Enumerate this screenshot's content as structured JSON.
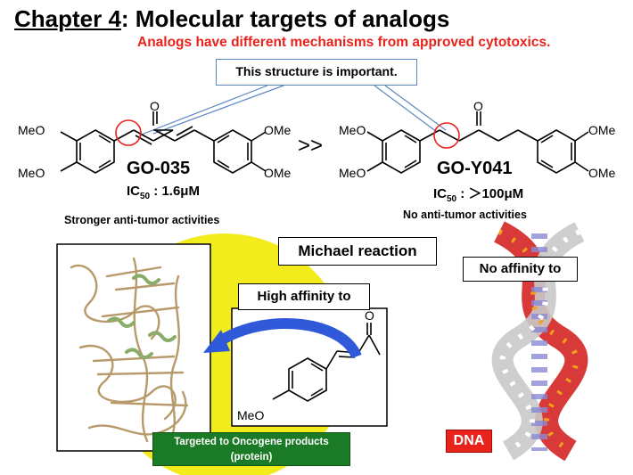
{
  "title": {
    "chapter": "Chapter 4",
    "rest": ": Molecular targets of analogs"
  },
  "subtitle": "Analogs have different mechanisms from approved cytotoxics.",
  "callout": "This structure is important.",
  "compounds": {
    "left": {
      "name": "GO-035",
      "ic_label": "IC",
      "ic_sub": "50",
      "ic_value": " : 1.6μM",
      "activity": "Stronger anti-tumor activities",
      "substituents": {
        "meo_top": "MeO",
        "meo_bottom": "MeO",
        "ome_top": "OMe",
        "ome_bottom": "OMe"
      }
    },
    "comparator": ">>",
    "right": {
      "name": "GO-Y041",
      "ic_label": "IC",
      "ic_sub": "50",
      "ic_value": " : ＞100μM",
      "activity": "No anti-tumor activities",
      "substituents": {
        "meo_top": "MeO",
        "meo_bottom": "MeO",
        "ome_top": "OMe",
        "ome_bottom": "OMe"
      }
    }
  },
  "michael": "Michael reaction",
  "high_affinity": "High affinity to",
  "no_affinity": "No affinity to",
  "mini_molecule": {
    "meo": "MeO",
    "oxygen": "O"
  },
  "carbonyl_o": "O",
  "oncogene": {
    "line1": "Targeted to Oncogene products",
    "line2": "(protein)"
  },
  "dna": "DNA",
  "colors": {
    "accent_red": "#e8231c",
    "callout_blue": "#5b87c4",
    "green": "#1a7a25",
    "yellow": "#f2ec1c",
    "arrow_blue": "#2f59d9"
  }
}
